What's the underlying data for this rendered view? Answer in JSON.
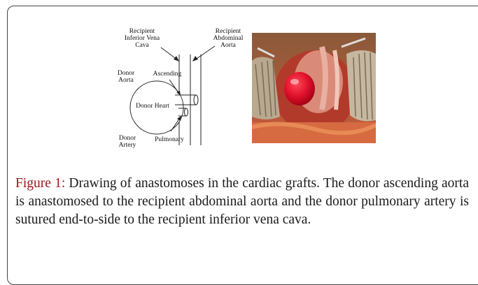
{
  "figure": {
    "diagram_labels": {
      "recipient_ivc": "Recipient\nInferior Vena\nCava",
      "recipient_aorta": "Recipient\nAbdominal\nAorta",
      "donor_aorta": "Donor\nAorta",
      "ascending": "Ascending",
      "donor_heart": "Donor Heart",
      "donor_artery": "Donor\nArtery",
      "pulmonary": "Pulmonary"
    },
    "caption_label": "Figure 1:",
    "caption_text": " Drawing of anastomoses in the cardiac grafts. The donor ascending aorta is anastomosed to the recipient abdominal aorta and the donor pulmonary artery is sutured end-to-side to the recipient inferior vena cava."
  }
}
